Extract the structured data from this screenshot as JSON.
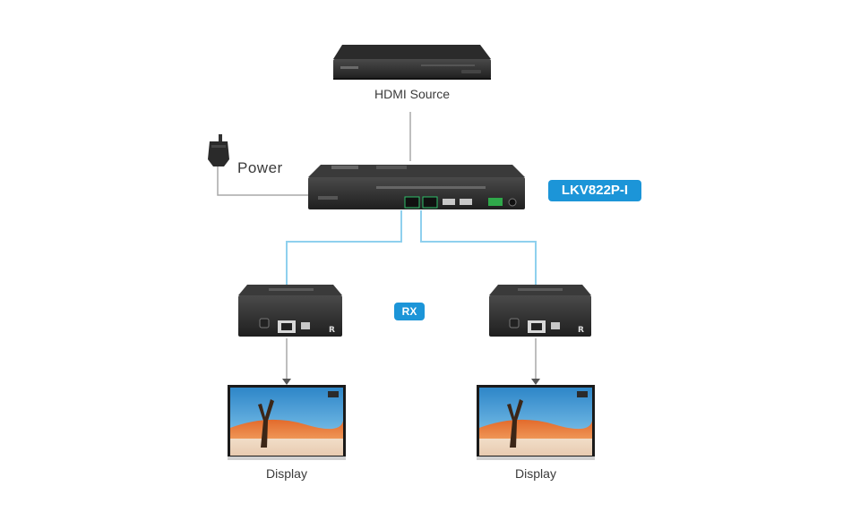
{
  "labels": {
    "source": "HDMI Source",
    "power": "Power",
    "model": "LKV822P-I",
    "rx": "RX",
    "display_left": "Display",
    "display_right": "Display"
  },
  "colors": {
    "hdmi_cable": "#a8a8a8",
    "lan_cable": "#8fd0ee",
    "badge": "#1c95d8",
    "device_body": "#2a2a2a"
  },
  "icons": {
    "source": "blu-ray-player-icon",
    "power": "power-adapter-icon",
    "transmitter": "hdmi-splitter-device-icon",
    "receiver": "hdmi-receiver-device-icon",
    "display": "tv-monitor-icon"
  }
}
